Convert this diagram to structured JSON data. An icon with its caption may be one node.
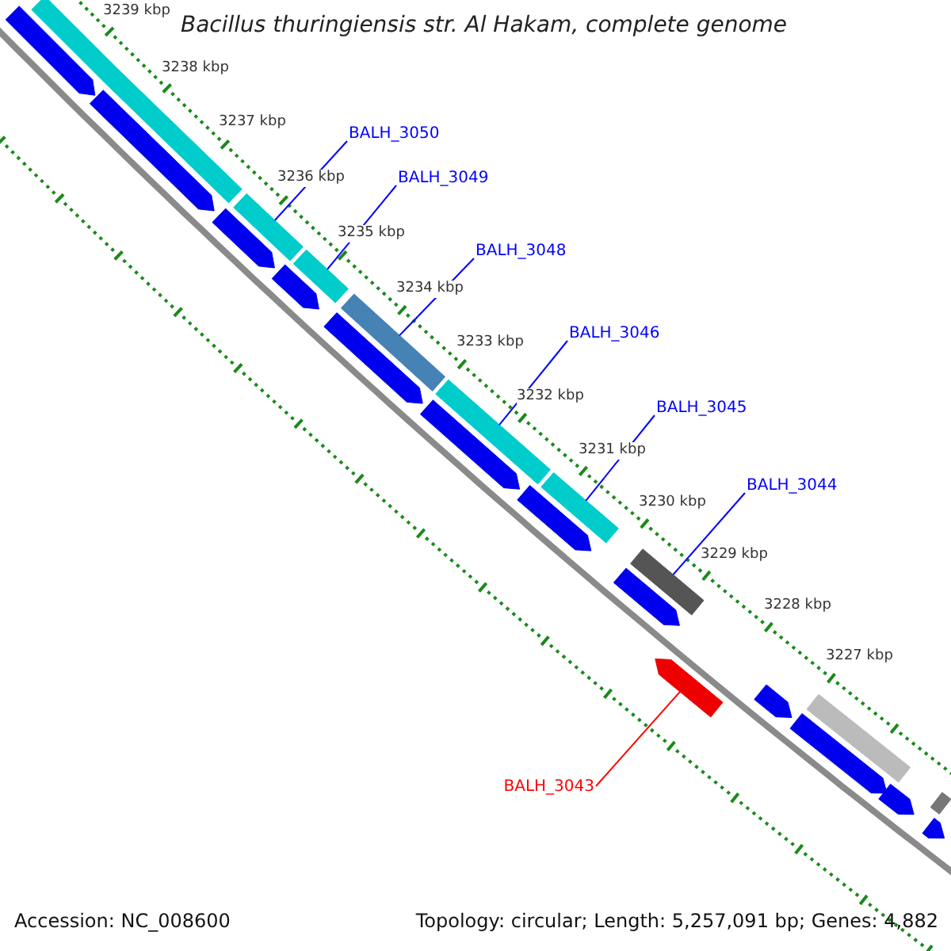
{
  "diagram": {
    "title": "Bacillus thuringiensis str. Al Hakam, complete genome",
    "nodes": [
      {
        "text": [
          "BALH_3050"
        ]
      },
      {
        "text": [
          "BALH_3049"
        ]
      },
      {
        "text": [
          "BALH_3048"
        ]
      },
      {
        "text": [
          "BALH_3046"
        ]
      },
      {
        "text": [
          "BALH_3045"
        ]
      },
      {
        "text": [
          "BALH_3044"
        ]
      },
      {
        "text": [
          "BALH_3043"
        ]
      },
      {
        "text": [],
        "shape": "bar"
      },
      {
        "text": [],
        "shape": "bar"
      },
      {
        "text": [],
        "shape": "bar"
      },
      {
        "text": [],
        "shape": "bar"
      },
      {
        "text": [],
        "shape": "bar"
      },
      {
        "text": [],
        "shape": "bar"
      },
      {
        "text": [],
        "shape": "bar"
      },
      {
        "text": [],
        "shape": "bar"
      },
      {
        "text": [],
        "shape": "bar"
      },
      {
        "text": [],
        "shape": "bar"
      },
      {
        "text": [],
        "shape": "arrow"
      },
      {
        "text": [],
        "shape": "arrow"
      },
      {
        "text": [],
        "shape": "arrow"
      },
      {
        "text": [],
        "shape": "arrow"
      },
      {
        "text": [],
        "shape": "arrow"
      },
      {
        "text": [],
        "shape": "arrow"
      },
      {
        "text": [],
        "shape": "arrow"
      },
      {
        "text": [],
        "shape": "arrow"
      },
      {
        "text": [],
        "shape": "arrow"
      },
      {
        "text": [],
        "shape": "arrow"
      },
      {
        "text": [],
        "shape": "arrow"
      },
      {
        "text": [],
        "shape": "arrow"
      },
      {
        "text": [],
        "shape": "arrow"
      }
    ],
    "edges": [
      {
        "from": 0,
        "to": 9,
        "arrow": "none"
      },
      {
        "from": 1,
        "to": 10,
        "arrow": "none"
      },
      {
        "from": 2,
        "to": 11,
        "arrow": "none"
      },
      {
        "from": 3,
        "to": 12,
        "arrow": "none"
      },
      {
        "from": 4,
        "to": 13,
        "arrow": "none"
      },
      {
        "from": 5,
        "to": 14,
        "arrow": "none"
      },
      {
        "from": 6,
        "to": 29,
        "arrow": "none",
        "color": "#ff0000"
      }
    ],
    "labels": [
      "3239 kbp",
      "3238 kbp",
      "3237 kbp",
      "3236 kbp",
      "3235 kbp",
      "3234 kbp",
      "3233 kbp",
      "3232 kbp",
      "3231 kbp",
      "3230 kbp",
      "3229 kbp",
      "3228 kbp",
      "3227 kbp",
      "Accession: NC_008600",
      "Topology: circular; Length: 5,257,091 bp; Genes: 4,882"
    ]
  }
}
